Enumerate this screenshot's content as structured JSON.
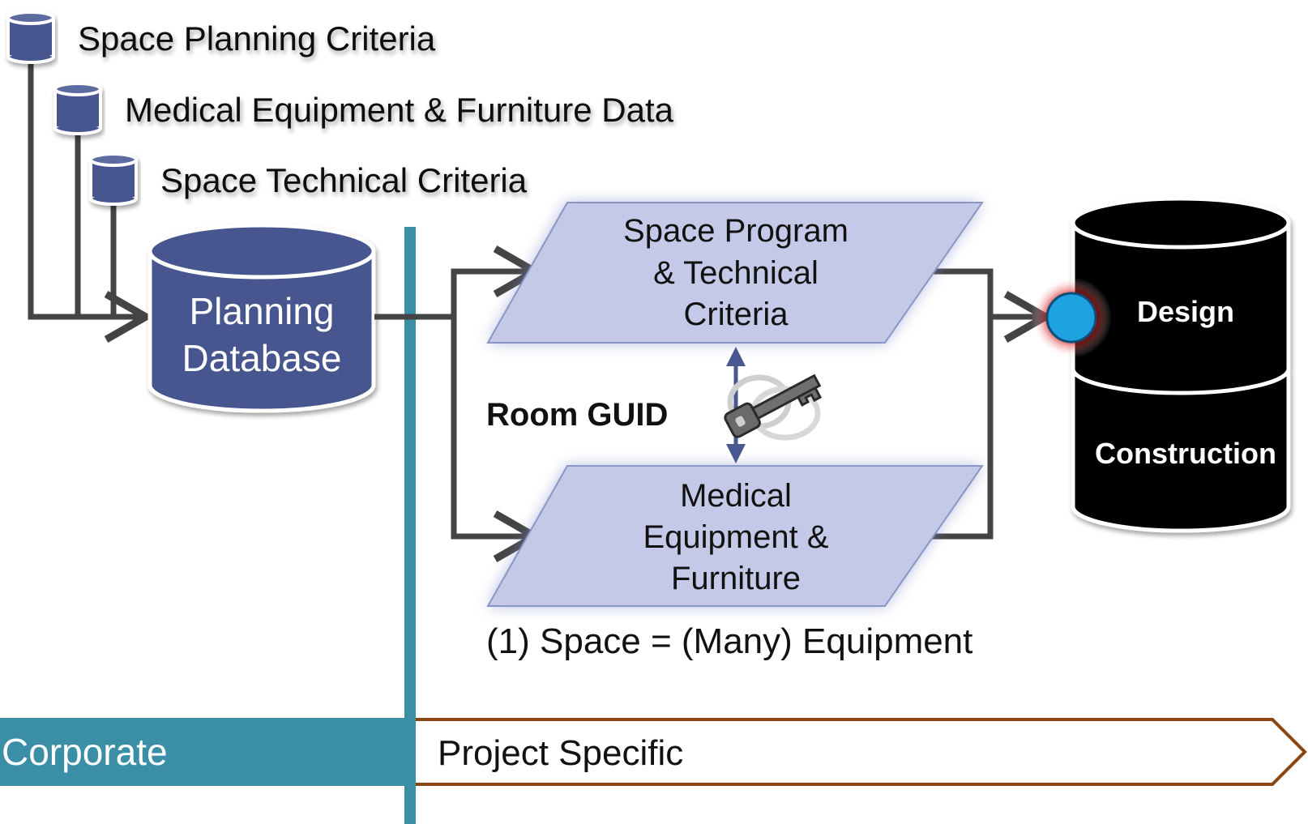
{
  "sources": [
    {
      "label": "Space Planning Criteria"
    },
    {
      "label": "Medical Equipment & Furniture Data"
    },
    {
      "label": "Space Technical Criteria"
    }
  ],
  "planning_db": {
    "line1": "Planning",
    "line2": "Database"
  },
  "space_program": {
    "line1": "Space Program",
    "line2": "& Technical",
    "line3": "Criteria"
  },
  "equipment": {
    "line1": "Medical",
    "line2": "Equipment &",
    "line3": "Furniture"
  },
  "room_guid": "Room GUID",
  "relationship": "(1) Space = (Many) Equipment",
  "target_db": {
    "design": "Design",
    "construction": "Construction"
  },
  "band": {
    "corporate": "Corporate",
    "project": "Project Specific"
  },
  "icons": {
    "db": "database-icon",
    "key": "key-icon",
    "connector": "connector-dot-icon"
  },
  "colors": {
    "db_blue": "#47578f",
    "parallelogram_fill": "#c3c9e6",
    "corporate_teal": "#3a8fa6",
    "project_border": "#8b4513",
    "connector_blue": "#1fa3e0",
    "connector_glow": "#cc0000"
  }
}
